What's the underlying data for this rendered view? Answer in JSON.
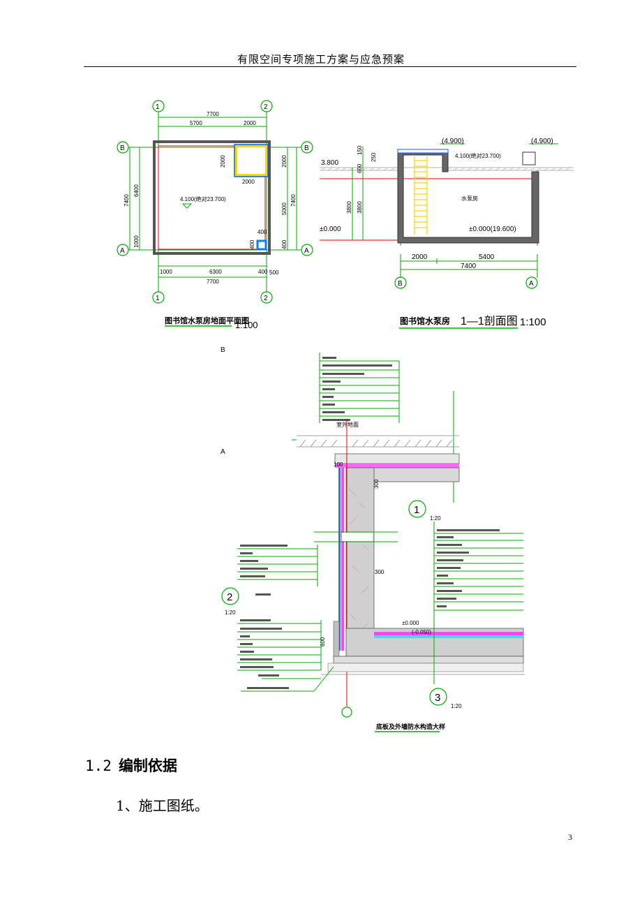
{
  "header": {
    "title": "有限空间专项施工方案与应急预案"
  },
  "plan": {
    "axes": {
      "col1": "1",
      "col2": "2",
      "rowA": "A",
      "rowB": "B"
    },
    "top_total": "7700",
    "top_left": "5700",
    "top_right": "2000",
    "inner_w": "2000",
    "inner_h": "2000",
    "left_total": "7400",
    "left_a": "6400",
    "left_b": "1000",
    "right_a": "2000",
    "right_b": "5000",
    "right_total": "7400",
    "right_c": "400",
    "small_top": "400",
    "small_left": "400",
    "bottom_a": "1000",
    "bottom_b": "6300",
    "bottom_c": "400",
    "bottom_d": "500",
    "bottom_total": "7700",
    "elev_label": "4.100(绝对23.700)",
    "title": "图书馆水泵房地面平面图",
    "scale": "1:100"
  },
  "section": {
    "level_top_left": "(4.900)",
    "level_top_right": "(4.900)",
    "level_roof": "4.100(绝对23.700)",
    "level_left": "3.800",
    "level_zero": "±0.000",
    "level_floor": "±0.000(19.600)",
    "d150": "150",
    "d250": "250",
    "d600": "600",
    "d3800a": "3800",
    "d3800b": "3800",
    "room_label": "水泵房",
    "bottom_a": "2000",
    "bottom_b": "5400",
    "bottom_total": "7400",
    "axis_left": "B",
    "axis_right": "A",
    "title_a": "图书馆水泵房",
    "title_b": "1—1剖面图",
    "scale": "1:100"
  },
  "detail": {
    "axis_b": "B",
    "axis_a": "A",
    "ground_label": "室外地面",
    "callout_1": "1",
    "callout_2": "2",
    "callout_3": "3",
    "scale_1": "1:20",
    "scale_2": "1:20",
    "scale_3": "1:20",
    "dim_300a": "300",
    "dim_300b": "300",
    "dim_600": "600",
    "dim_100": "100",
    "level_zero": "±0.000",
    "level_minus": "(-0.050)",
    "title": "底板及外墙防水构造大样"
  },
  "section_heading": {
    "number": "1.2",
    "text": "编制依据"
  },
  "paragraph": {
    "text": "1、施工图纸。"
  },
  "page_number": "3"
}
